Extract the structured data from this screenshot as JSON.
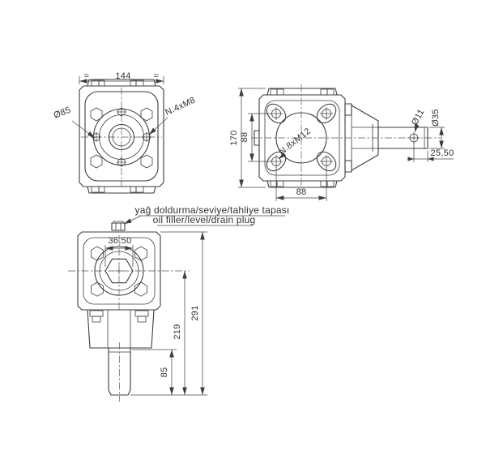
{
  "drawing": {
    "colors": {
      "line": "#3d3d3d",
      "dimension": "#474747",
      "text": "#333333",
      "background": "#ffffff"
    },
    "front_view": {
      "equal_left": "=",
      "dim_width": "144",
      "equal_right": "=",
      "flange_diameter": "Ø85",
      "bolt_pattern": "N.4xM8"
    },
    "side_view": {
      "dim_height": "170",
      "dim_bolt_spacing_vertical": "88",
      "dim_bolt_spacing_horizontal": "88",
      "bolt_pattern": "N.8xM12",
      "hole_diameter": "Ø11",
      "shaft_diameter": "Ø35",
      "hole_offset": "25,50"
    },
    "bottom_view": {
      "dim_hex_bore": "36,50",
      "dim_shaft_length": "85",
      "dim_center_height": "219",
      "dim_total_height": "291"
    },
    "callout": {
      "line1_tr": "yağ doldurma/seviye/tahliye tapası",
      "line2_en": "oil filler/level/drain plug"
    }
  }
}
